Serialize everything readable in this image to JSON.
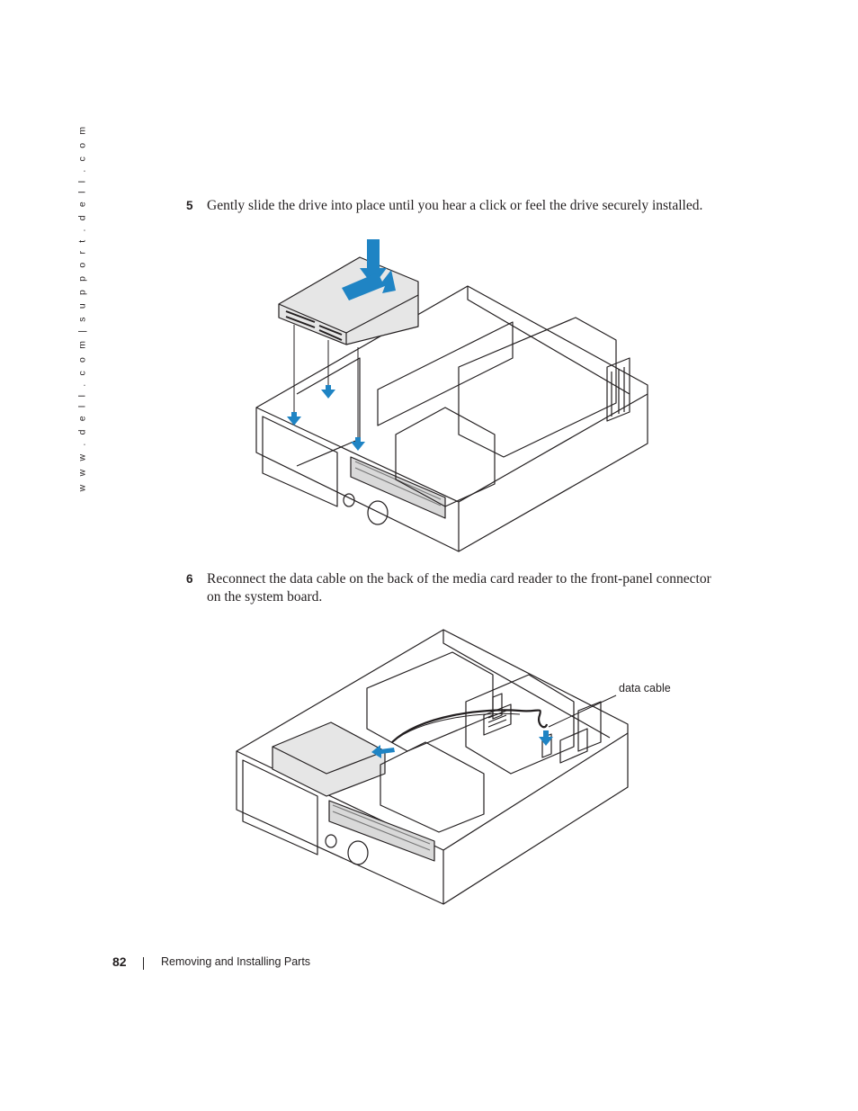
{
  "side_url": "w w w . d e l l . c o m | s u p p o r t . d e l l . c o m",
  "steps": [
    {
      "number": "5",
      "text": "Gently slide the drive into place until you hear a click or feel the drive securely installed."
    },
    {
      "number": "6",
      "line1": "Reconnect the data cable on the back of the media card reader to the front-panel connector",
      "line2": "on the system board."
    }
  ],
  "figure2": {
    "callout": "data cable"
  },
  "footer": {
    "page_number": "82",
    "section_title": "Removing and Installing Parts"
  },
  "colors": {
    "text": "#231f20",
    "arrow_blue": "#1f84c4"
  }
}
